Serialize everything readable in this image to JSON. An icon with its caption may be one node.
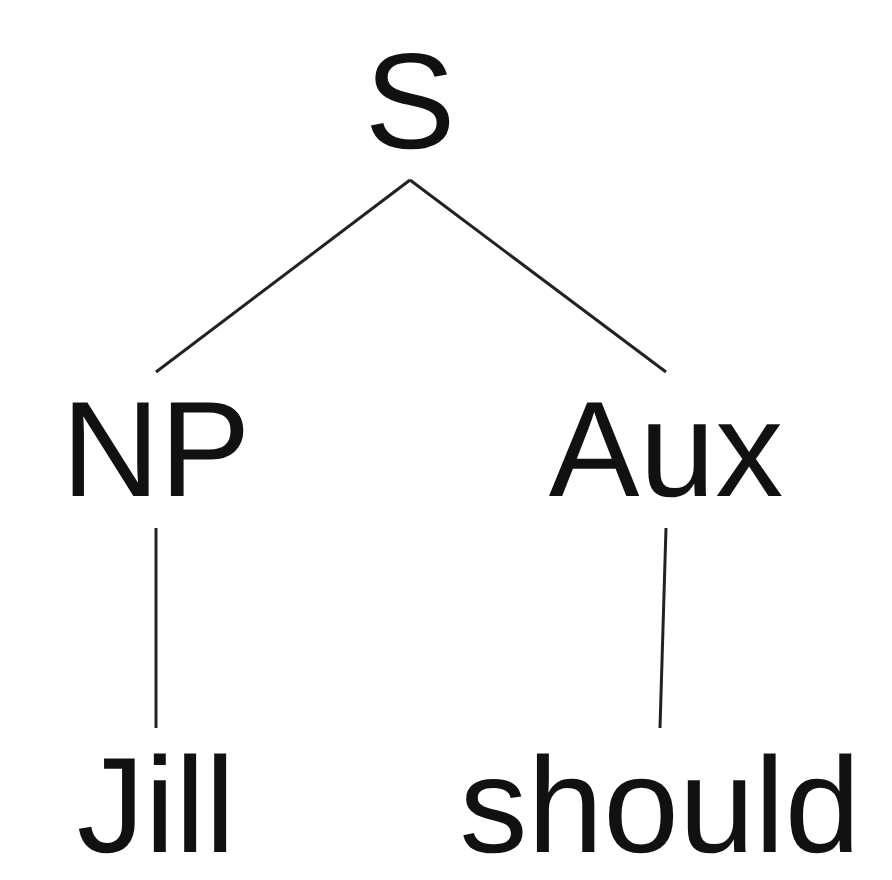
{
  "diagram": {
    "nodes": [
      {
        "text": [
          "S"
        ]
      },
      {
        "text": [
          "NP"
        ]
      },
      {
        "text": [
          "Aux"
        ]
      },
      {
        "text": [
          "Jill"
        ]
      },
      {
        "text": [
          "should"
        ]
      }
    ],
    "edges": [
      {
        "from": 0,
        "to": 1,
        "arrow": "none"
      },
      {
        "from": 0,
        "to": 2,
        "arrow": "none"
      },
      {
        "from": 1,
        "to": 3,
        "arrow": "none"
      },
      {
        "from": 2,
        "to": 4,
        "arrow": "none"
      }
    ]
  }
}
